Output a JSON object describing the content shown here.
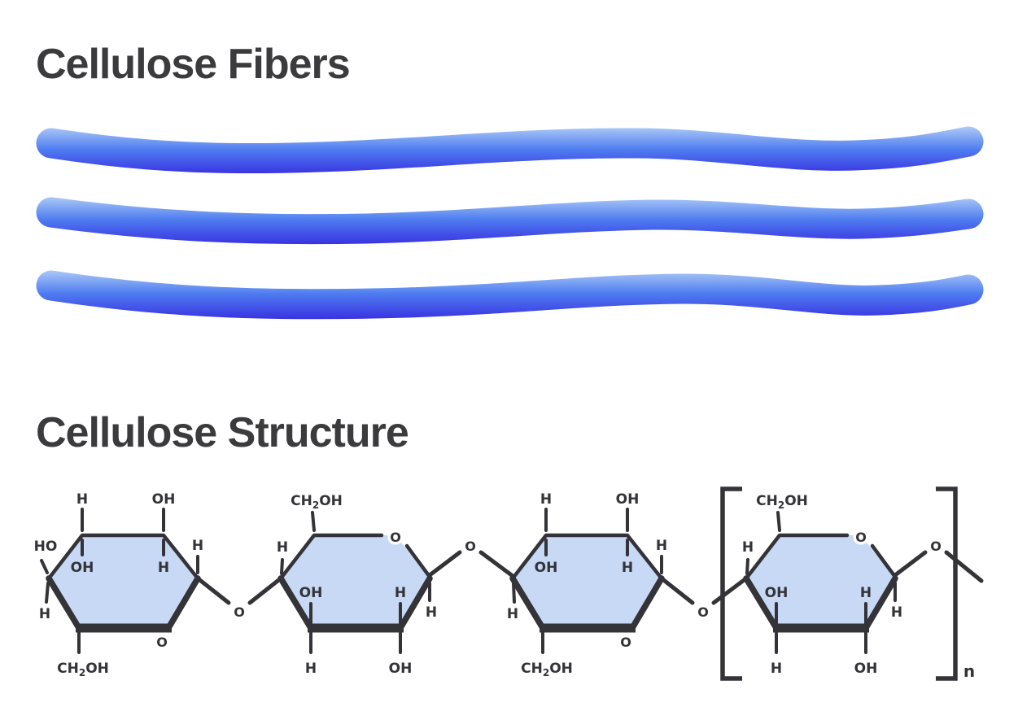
{
  "titles": {
    "fibers": "Cellulose Fibers",
    "structure": "Cellulose Structure"
  },
  "colors": {
    "title_text": "#3b3b3e",
    "bond_stroke": "#333338",
    "ring_fill": "#c7d9f5",
    "fiber_gradient_top": "#b0ccf6",
    "fiber_gradient_mid": "#4e7cf0",
    "fiber_gradient_bottom": "#3a35e2",
    "background": "#ffffff"
  },
  "fibers": {
    "count": 3,
    "description": "three wavy horizontal blue gradient strands"
  },
  "glyphs": {
    "ch2oh_pre": "CH",
    "ch2oh_sub": "2",
    "ch2oh_post": "OH"
  },
  "molecule": {
    "name": "cellulose glucose chain",
    "ring_count": 4,
    "glycosidic_oxygen": "O",
    "repeat_subscript": "n",
    "rings": [
      {
        "orientation": "up",
        "left": "HO",
        "left_below": "H",
        "top_left_above": "H",
        "top_left_inside": "OH",
        "top_right_above": "OH",
        "top_right_inside": "H",
        "right_above": "H",
        "bottom_left_below": "CH₂OH",
        "ring_oxygen": "O"
      },
      {
        "orientation": "down",
        "top_left_above": "CH₂OH",
        "left_above": "H",
        "right_below": "H",
        "bottom_left_inside": "OH",
        "bottom_right_inside": "H",
        "bottom_left_below": "H",
        "bottom_right_below": "OH",
        "ring_oxygen": "O"
      },
      {
        "orientation": "up",
        "left_below": "H",
        "top_left_above": "H",
        "top_left_inside": "OH",
        "top_right_above": "OH",
        "top_right_inside": "H",
        "right_above": "H",
        "bottom_left_below": "CH₂OH",
        "ring_oxygen": "O"
      },
      {
        "orientation": "down",
        "top_left_above": "CH₂OH",
        "left_above": "H",
        "right_below": "H",
        "bottom_left_inside": "OH",
        "bottom_right_inside": "H",
        "bottom_left_below": "H",
        "bottom_right_below": "OH",
        "ring_oxygen": "O"
      }
    ]
  }
}
